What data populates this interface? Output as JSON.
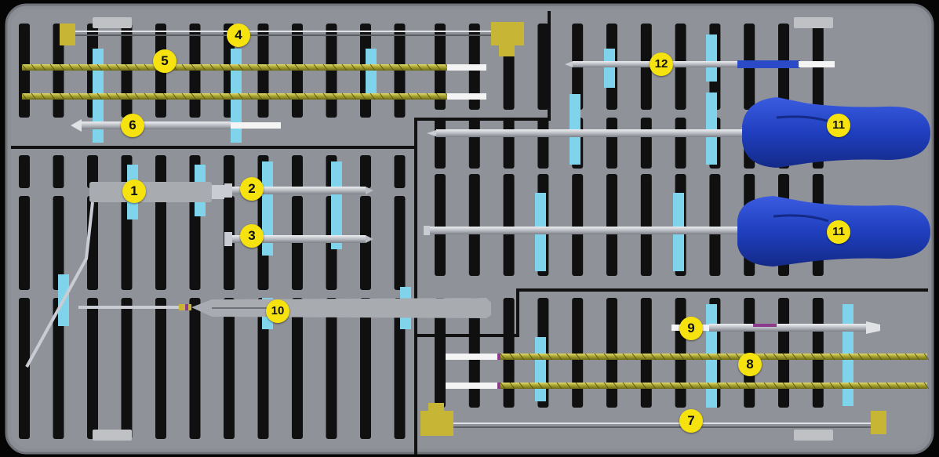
{
  "colors": {
    "page_background": "#050505",
    "tray": "#8a8d93",
    "tray_border": "#6f7278",
    "slot": "#101010",
    "clip": "#7fd3ea",
    "handle": "#1f3fbf",
    "callout": "#f5e20f",
    "drill_bit": "#b7b23a",
    "steel": "#c9ccd2",
    "gold_part": "#c7b635"
  },
  "icons": {
    "tray": "instrument-tray-icon",
    "handle": "screwdriver-handle-icon",
    "drill": "drill-bit-icon"
  },
  "callouts": [
    "1",
    "2",
    "3",
    "4",
    "5",
    "6",
    "7",
    "8",
    "9",
    "10",
    "11",
    "11",
    "12"
  ]
}
